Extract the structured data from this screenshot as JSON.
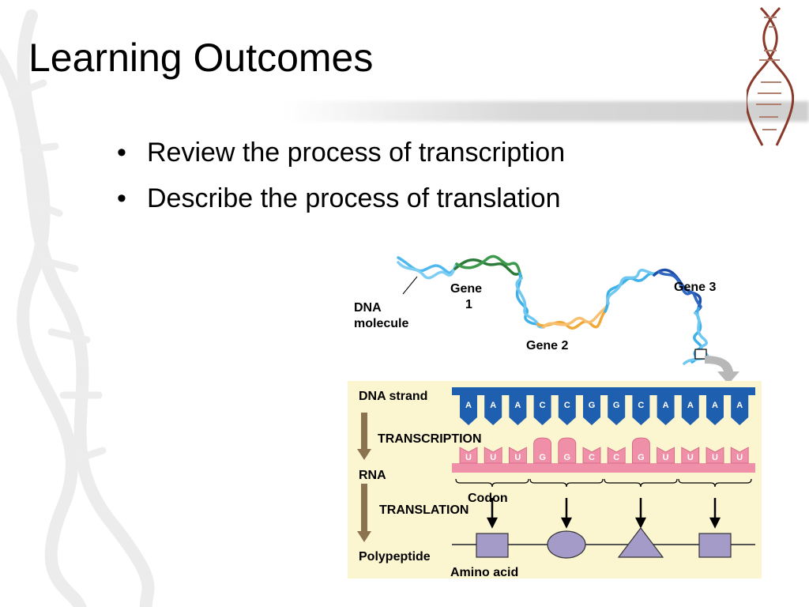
{
  "slide": {
    "title": "Learning Outcomes",
    "bullets": [
      "Review the process of transcription",
      "Describe the process of translation"
    ]
  },
  "figure": {
    "dna_molecule_label_line1": "DNA",
    "dna_molecule_label_line2": "molecule",
    "gene1_line1": "Gene",
    "gene1_line2": "1",
    "gene2": "Gene 2",
    "gene3": "Gene 3",
    "dna_strand": "DNA strand",
    "transcription": "TRANSCRIPTION",
    "rna": "RNA",
    "codon": "Codon",
    "translation": "TRANSLATION",
    "polypeptide": "Polypeptide",
    "amino_acid": "Amino acid",
    "dna_bases": [
      "A",
      "A",
      "A",
      "C",
      "C",
      "G",
      "G",
      "C",
      "A",
      "A",
      "A",
      "A"
    ],
    "rna_bases": [
      "U",
      "U",
      "U",
      "G",
      "G",
      "C",
      "C",
      "G",
      "U",
      "U",
      "U",
      "U"
    ],
    "colors": {
      "panel_bg": "#fbf5d0",
      "dna_strand": "#1f5fb0",
      "rna_strand": "#f08fa8",
      "arrow_brown": "#8c7350",
      "amino_acid_fill": "#a59bc9",
      "helix_light_blue": "#3fb0e8",
      "helix_green": "#2c7a3a",
      "helix_orange": "#f2a838",
      "helix_dark_blue": "#1d4fa8"
    }
  }
}
